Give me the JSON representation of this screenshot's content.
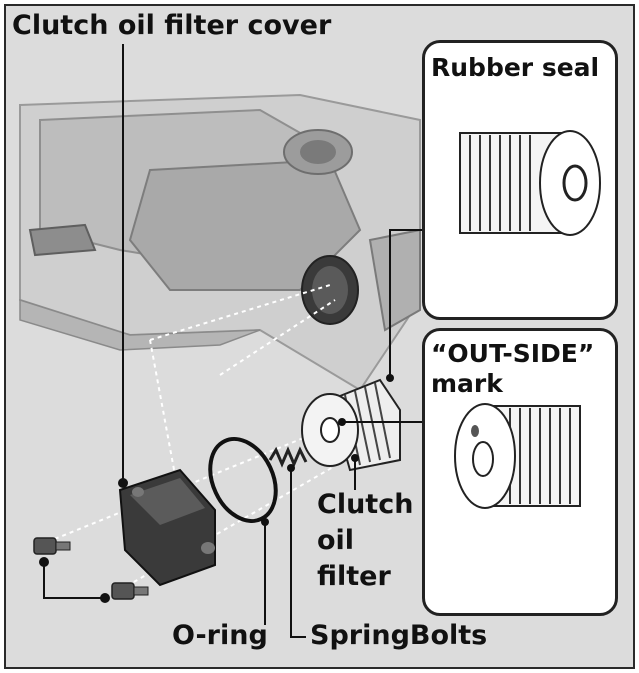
{
  "labels": {
    "clutch_oil_filter_cover": "Clutch oil filter cover",
    "rubber_seal": "Rubber seal",
    "outside_mark_line1": "“OUT-SIDE”",
    "outside_mark_line2": "mark",
    "clutch_oil_filter_line1": "Clutch",
    "clutch_oil_filter_line2": "oil",
    "clutch_oil_filter_line3": "filter",
    "o_ring": "O-ring",
    "spring_bolts": "SpringBolts"
  },
  "colors": {
    "background": "#dcdcdc",
    "inset_background": "#ffffff",
    "line": "#111111",
    "engine_light": "#c8c8c8",
    "engine_dark": "#8a8a8a"
  }
}
